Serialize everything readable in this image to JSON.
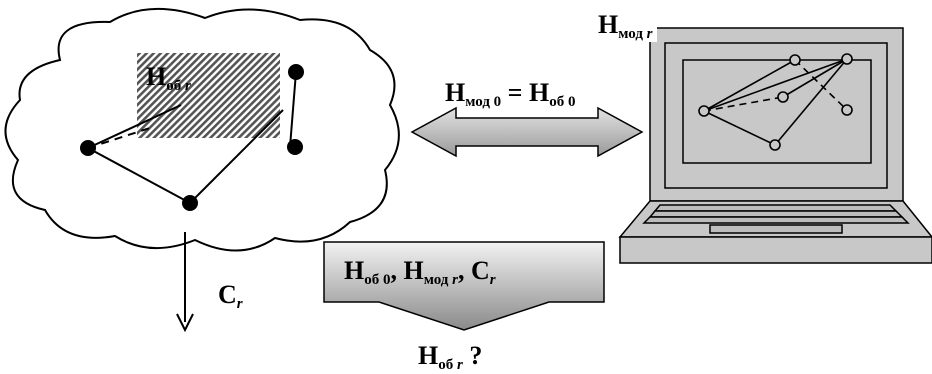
{
  "labels": {
    "H_obj_r": {
      "main": "H",
      "sub": "об ",
      "sub_italic": "r"
    },
    "H_mod_r": {
      "main": "H",
      "sub": "мод ",
      "sub_italic": "r"
    },
    "equality": {
      "left_main": "H",
      "left_sub": "мод 0",
      "op": " = ",
      "right_main": "H",
      "right_sub": "об 0"
    },
    "C_r": {
      "main": "C",
      "sub_italic": "r"
    },
    "inputs": {
      "a_main": "H",
      "a_sub": "об 0",
      "sep1": ", ",
      "b_main": "H",
      "b_sub": "мод ",
      "b_sub_italic": "r",
      "sep2": ", ",
      "c_main": "C",
      "c_sub_italic": "r"
    },
    "question": {
      "main": "H",
      "sub": "об ",
      "sub_italic": "r",
      "mark": " ?"
    }
  },
  "colors": {
    "stroke": "#000000",
    "laptop_fill": "#c0c0c0",
    "arrow_fill": "#c8c8c8",
    "hatch": "#555555"
  }
}
